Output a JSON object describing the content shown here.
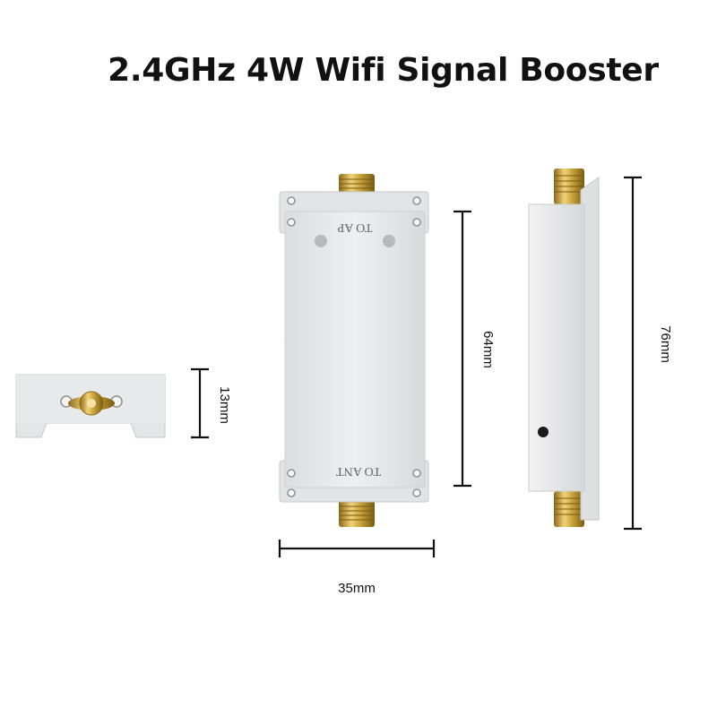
{
  "title": "2.4GHz 4W Wifi Signal Booster",
  "labels": {
    "port_top": "TO AP",
    "port_bottom": "TO ANT"
  },
  "dimensions": {
    "width": "35mm",
    "height_body": "64mm",
    "height_total": "76mm",
    "thickness": "13mm"
  },
  "colors": {
    "housing": "#e9eaeb",
    "connector_gold": "#c9a33a",
    "dimension_line": "#111111"
  }
}
